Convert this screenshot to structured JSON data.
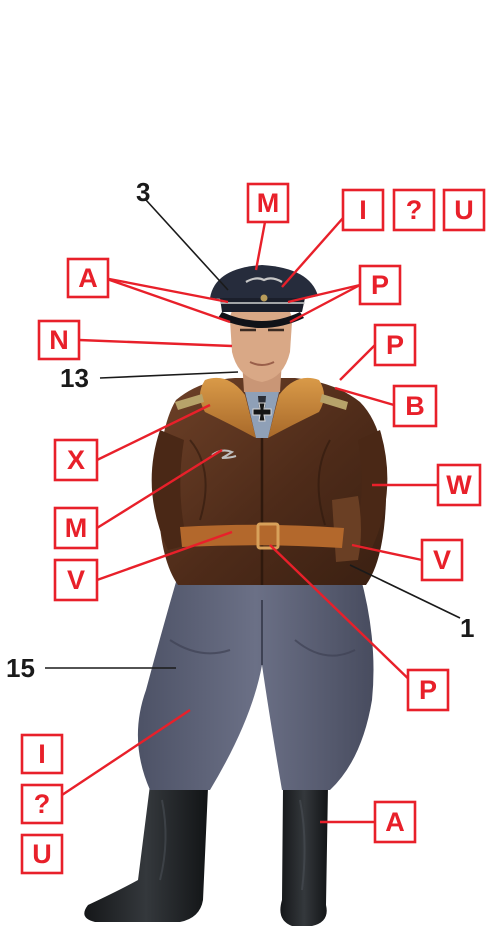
{
  "colors": {
    "label_red": "#e8202a",
    "number_black": "#1a1a1a",
    "jacket_brown": "#5a3320",
    "collar_fur": "#c9822e",
    "belt_tan": "#b3682c",
    "trousers_gray": "#5f6479",
    "cap_navy": "#262c3c",
    "boot_black": "#1e2124",
    "shirt_blue": "#8fa0b7",
    "skin": "#d9a886"
  },
  "figure": {
    "subject": "standing uniformed officer figure",
    "icons": [
      "cap-eagle-icon",
      "iron-cross-icon",
      "breast-eagle-icon"
    ]
  },
  "codes": {
    "M_top": "M",
    "I_top": "I",
    "Q_top": "?",
    "U_top": "U",
    "A_cap": "A",
    "P_cap": "P",
    "N_face": "N",
    "P_shoulder": "P",
    "B_shoulder": "B",
    "X_collar": "X",
    "W_jacket": "W",
    "M_eagle": "M",
    "V_back": "V",
    "V_jacket": "V",
    "P_belt": "P",
    "I_bottom": "I",
    "Q_bottom": "?",
    "U_bottom": "U",
    "A_boot": "A"
  },
  "numbers": {
    "cap": "3",
    "face": "13",
    "holster": "1",
    "trousers": "15"
  }
}
